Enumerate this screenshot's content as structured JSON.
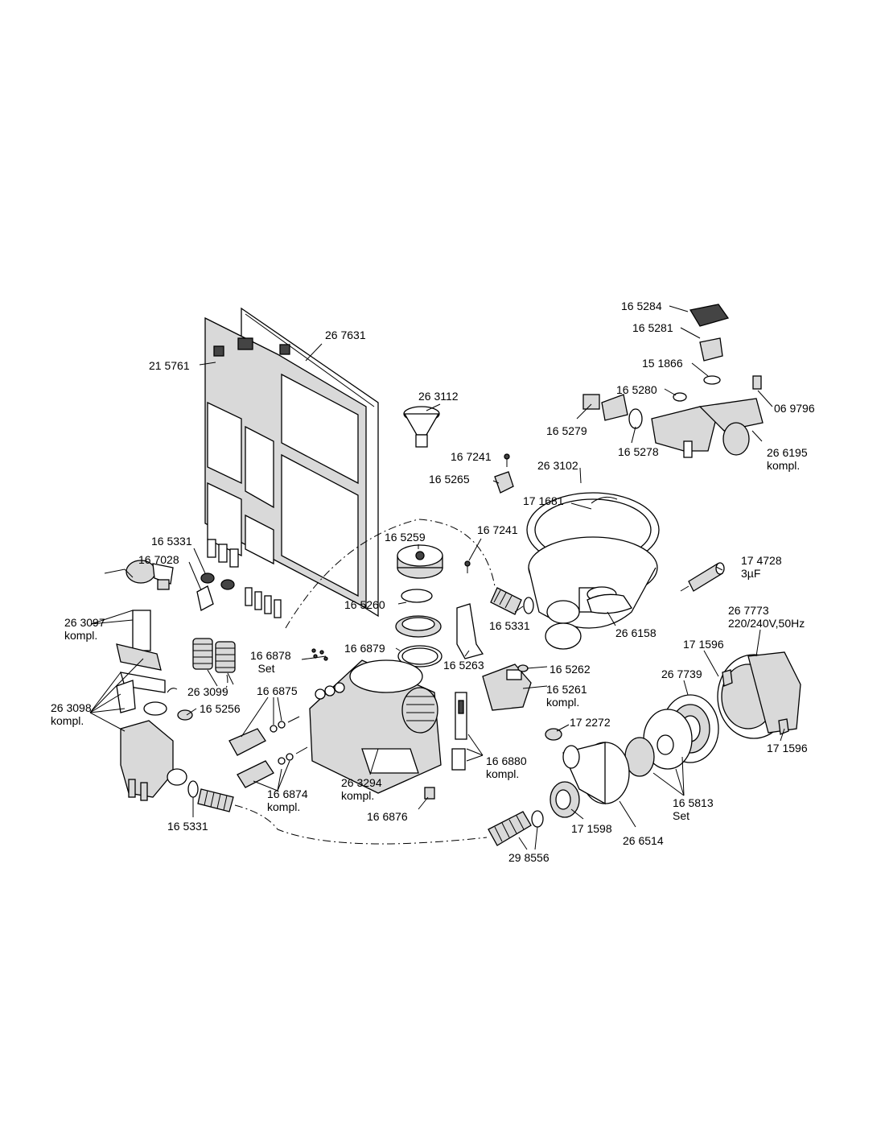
{
  "labels": {
    "p165284": "16 5284",
    "p165281": "16 5281",
    "p151866": "15 1866",
    "p165280": "16 5280",
    "p069796": "06 9796",
    "p165279": "16 5279",
    "p165278": "16 5278",
    "p266195": "26 6195",
    "p266195b": "kompl.",
    "p267631": "26 7631",
    "p215761": "21 5761",
    "p263112": "26 3112",
    "p167241a": "16 7241",
    "p165265": "16 5265",
    "p263102": "26 3102",
    "p171681": "17 1681",
    "p165331a": "16 5331",
    "p167028": "16 7028",
    "p165259": "16 5259",
    "p167241b": "16 7241",
    "p174728": "17 4728",
    "p174728b": "3µF",
    "p263097": "26 3097",
    "p263097b": "kompl.",
    "p165260": "16 5260",
    "p165331b": "16 5331",
    "p266158": "26 6158",
    "p267773": "26 7773",
    "p267773b": "220/240V,50Hz",
    "p166878": "16 6878",
    "p166878b": "Set",
    "p166879": "16 6879",
    "p165263": "16 5263",
    "p165262": "16 5262",
    "p171596a": "17 1596",
    "p263099": "26 3099",
    "p166875": "16 6875",
    "p165261": "16 5261",
    "p165261b": "kompl.",
    "p267739": "26 7739",
    "p263098": "26 3098",
    "p263098b": "kompl.",
    "p165256": "16 5256",
    "p172272": "17 2272",
    "p171596b": "17 1596",
    "p166880": "16 6880",
    "p166880b": "kompl.",
    "p263294": "26 3294",
    "p263294b": "kompl.",
    "p166874": "16 6874",
    "p166874b": "kompl.",
    "p165813": "16 5813",
    "p165813b": "Set",
    "p165331c": "16 5331",
    "p166876": "16 6876",
    "p171598": "17 1598",
    "p266514": "26 6514",
    "p298556": "29 8556"
  }
}
